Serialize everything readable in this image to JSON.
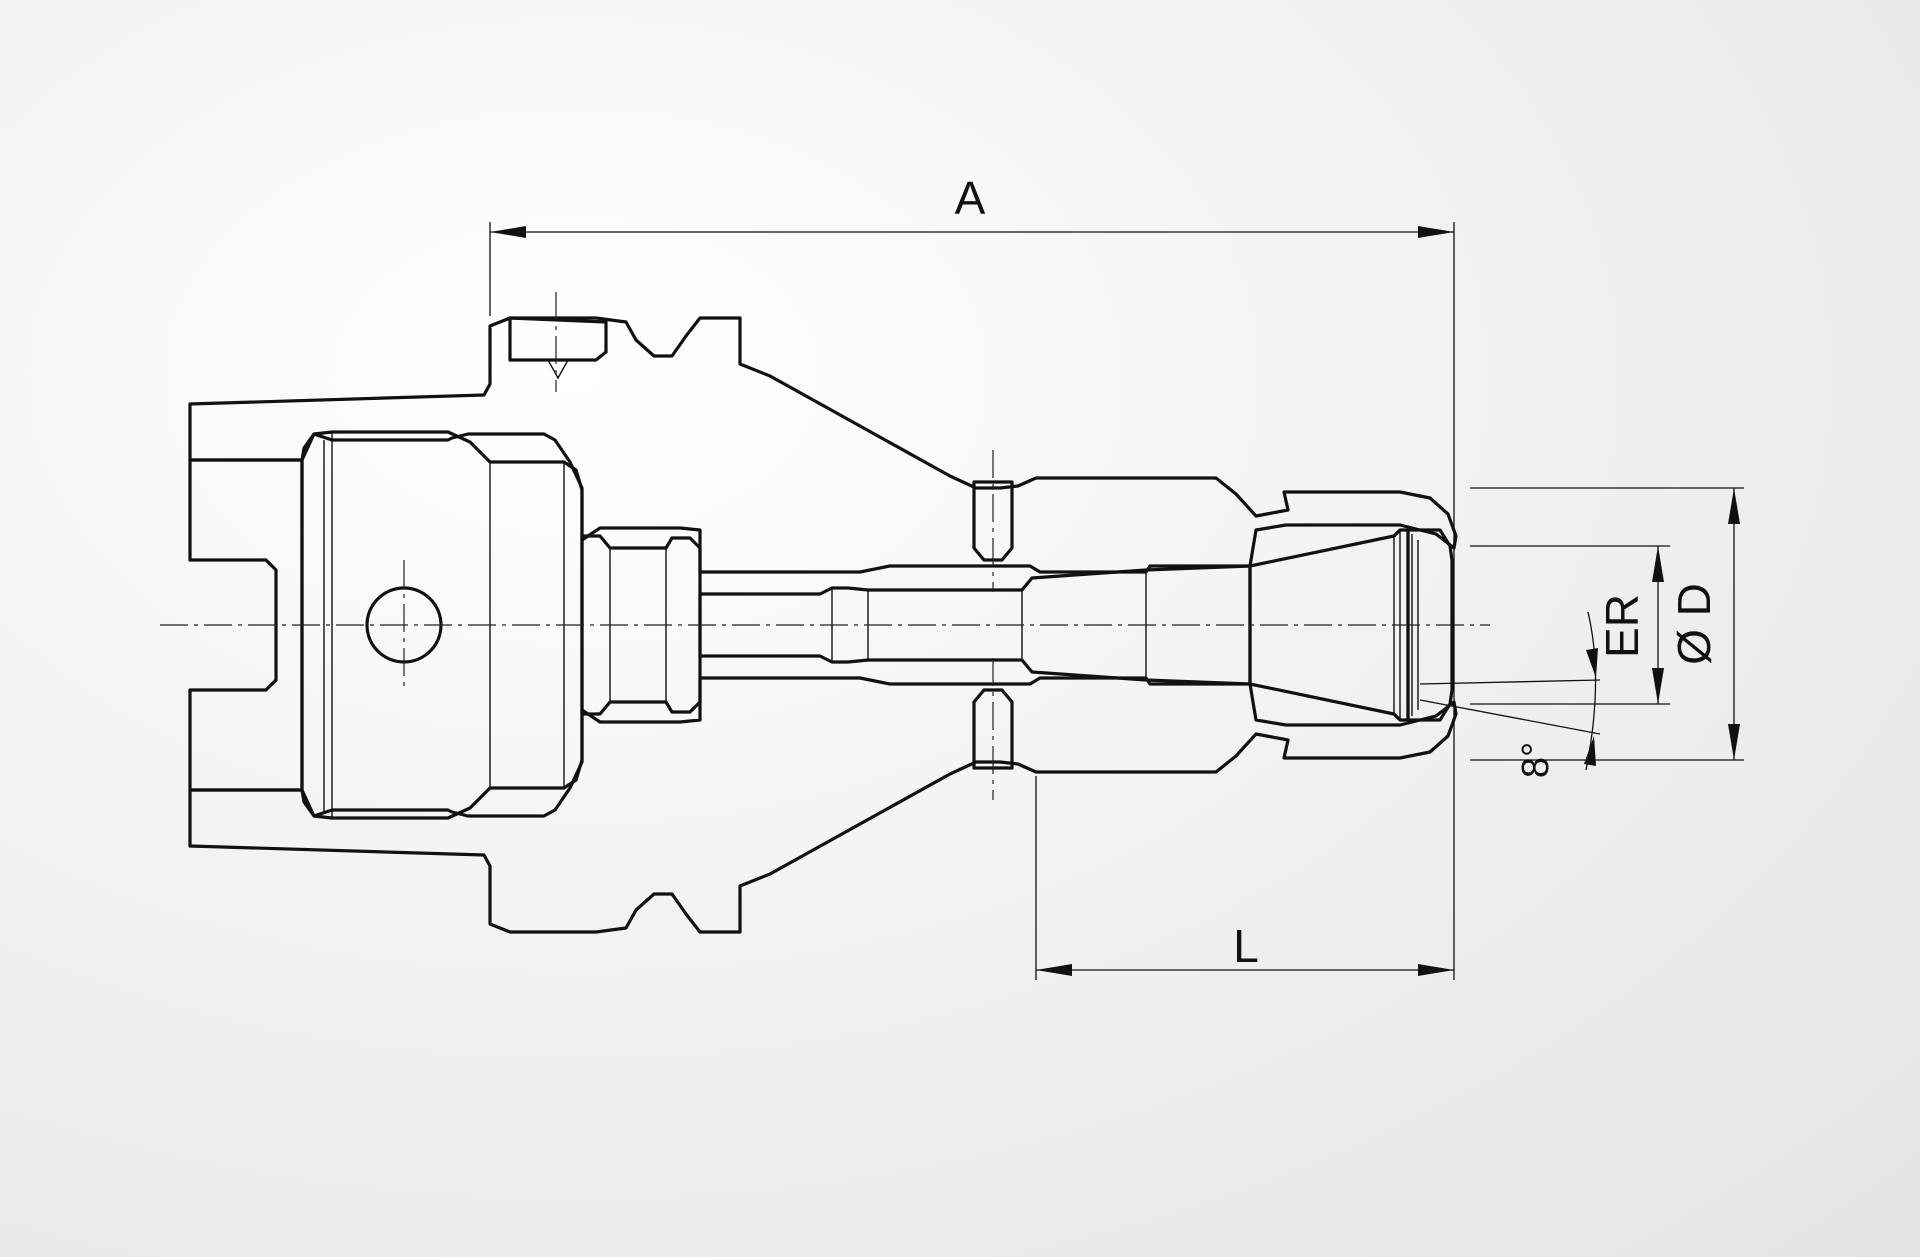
{
  "drawing": {
    "dimensions": {
      "overall_length": "A",
      "projection_length": "L",
      "collet_size": "ER",
      "outer_diameter": "Ø D",
      "angle": "8°"
    }
  }
}
